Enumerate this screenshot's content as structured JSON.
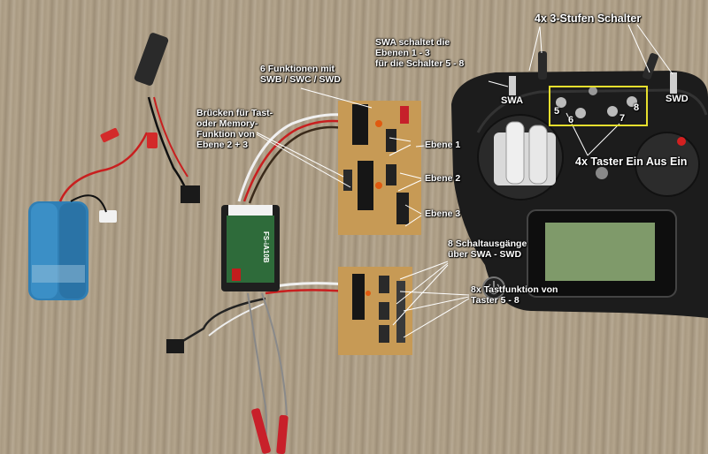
{
  "labels": {
    "swa_layers": "SWA schaltet die\nEbenen 1 - 3\nfür die Schalter 5 - 8",
    "three_way_switches": "4x 3-Stufen Schalter",
    "six_functions": "6 Funktionen mit\nSWB / SWC / SWD",
    "bridges": "Brücken für Tast-\noder Memory-\nFunktion von\nEbene 2 + 3",
    "ebene1": "Ebene 1",
    "ebene2": "Ebene 2",
    "ebene3": "Ebene 3",
    "push_buttons": "4x Taster Ein Aus Ein",
    "outputs": "8 Schaltausgänge\nüber SWA - SWD",
    "tast_function": "8x Tastfunktion von\nTaster 5 - 8",
    "swa": "SWA",
    "swd": "SWD",
    "btn5": "5",
    "btn6": "6",
    "btn7": "7",
    "btn8": "8"
  },
  "receiver": {
    "model": "FS-iA10B"
  },
  "colors": {
    "highlight_box": "#e6df2e",
    "label_text": "#ffffff"
  }
}
